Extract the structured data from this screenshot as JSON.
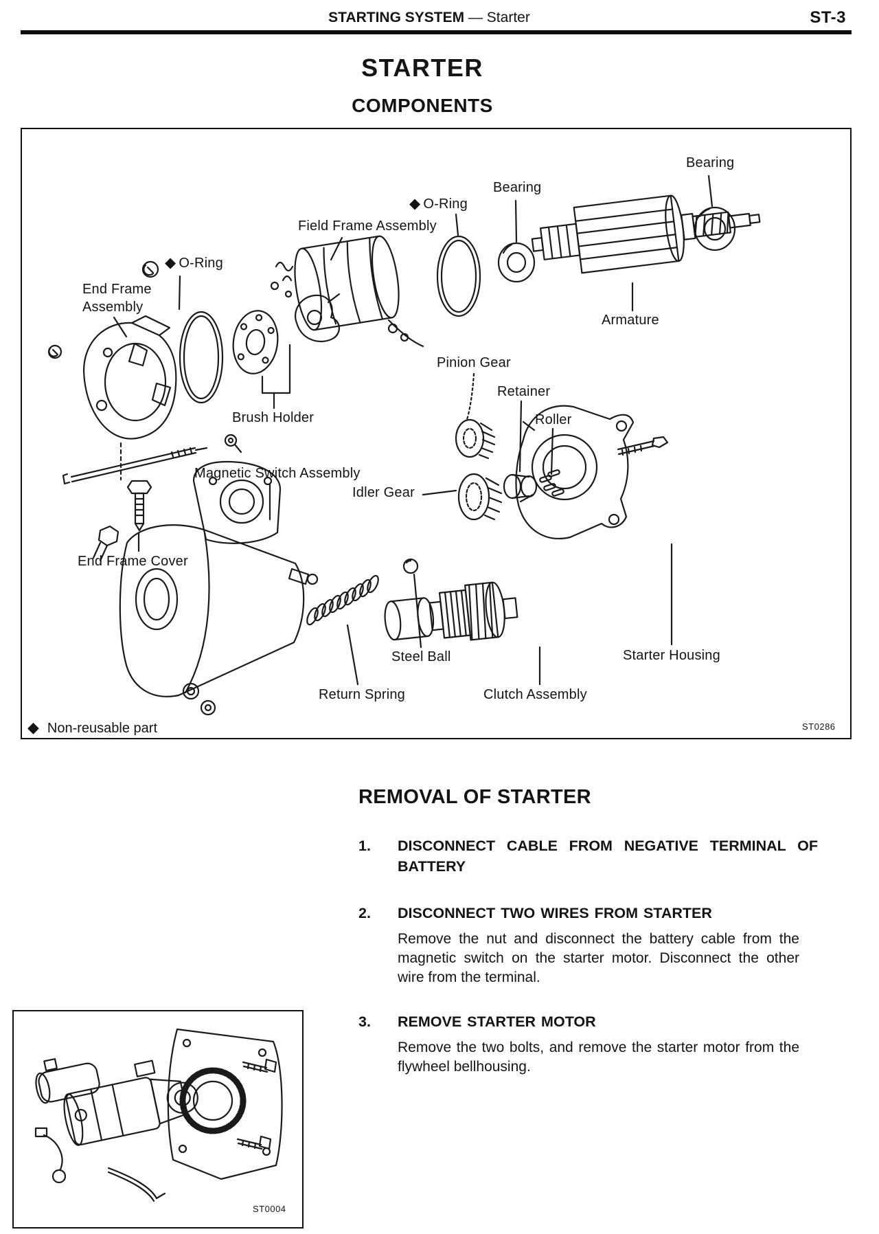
{
  "header": {
    "section": "STARTING SYSTEM",
    "separator": "—",
    "subsection": "Starter",
    "page_number": "ST-3"
  },
  "title": "STARTER",
  "subtitle": "COMPONENTS",
  "figure1": {
    "diamond": "◆",
    "labels": {
      "bearing_top": "Bearing",
      "oring_field": "O-Ring",
      "bearing_mid": "Bearing",
      "field_frame": "Field Frame Assembly",
      "oring_end": "O-Ring",
      "end_frame_1": "End Frame",
      "end_frame_2": "Assembly",
      "armature": "Armature",
      "brush_holder": "Brush Holder",
      "pinion_gear": "Pinion Gear",
      "retainer": "Retainer",
      "roller": "Roller",
      "idler_gear": "Idler Gear",
      "magnetic_switch": "Magnetic Switch Assembly",
      "end_frame_cover": "End Frame Cover",
      "steel_ball": "Steel Ball",
      "return_spring": "Return Spring",
      "clutch_assembly": "Clutch Assembly",
      "starter_housing": "Starter Housing"
    },
    "legend_text": "Non-reusable part",
    "code": "ST0286"
  },
  "removal": {
    "heading": "REMOVAL OF STARTER",
    "steps": [
      {
        "num": "1.",
        "title": "DISCONNECT CABLE FROM NEGATIVE TERMINAL OF BATTERY",
        "body": ""
      },
      {
        "num": "2.",
        "title": "DISCONNECT TWO WIRES FROM STARTER",
        "body": "Remove the nut and disconnect the battery cable from the magnetic switch on the starter motor. Disconnect the other wire from the terminal."
      },
      {
        "num": "3.",
        "title": "REMOVE STARTER MOTOR",
        "body": "Remove the two bolts, and remove the starter motor from the flywheel bellhousing."
      }
    ]
  },
  "figure2": {
    "code": "ST0004"
  }
}
